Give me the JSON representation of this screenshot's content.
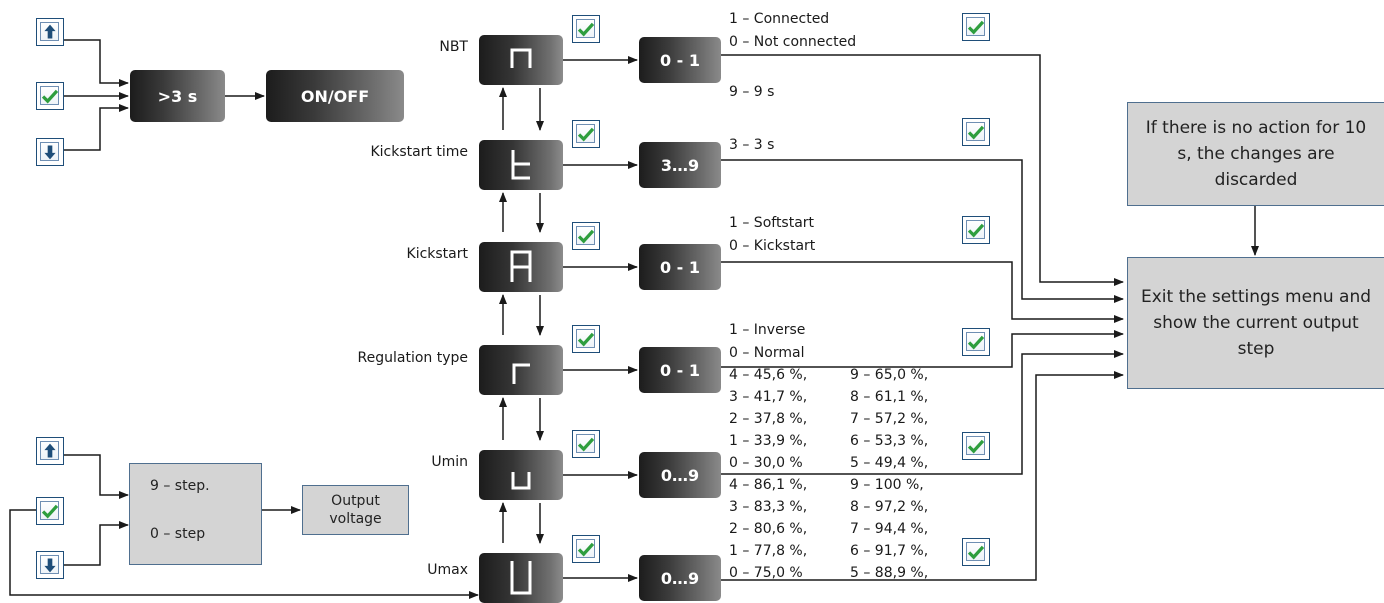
{
  "colors": {
    "accent_blue": "#1f4e79",
    "check_green": "#2e9e3e",
    "box_grey": "#d4d4d4",
    "wire": "#1a1a1a"
  },
  "top_group": {
    "hold_label": ">3 s",
    "toggle_label": "ON/OFF"
  },
  "bottom_group": {
    "step_high": "9 – step.",
    "step_low": "0 – step",
    "output_label": "Output voltage"
  },
  "menu": [
    {
      "label": "NBT",
      "glyph": "n",
      "range": "0 - 1",
      "options": [
        "1 – Connected",
        "0 – Not connected"
      ]
    },
    {
      "label": "Kickstart time",
      "glyph": "t",
      "range": "3…9",
      "options": [
        "9 – 9 s",
        "3 – 3 s"
      ]
    },
    {
      "label": "Kickstart",
      "glyph": "A",
      "range": "0 - 1",
      "options": [
        "1 – Softstart",
        "0 – Kickstart"
      ]
    },
    {
      "label": "Regulation type",
      "glyph": "r",
      "range": "0 - 1",
      "options": [
        "1 – Inverse",
        "0 – Normal"
      ]
    },
    {
      "label": "Umin",
      "glyph": "u",
      "range": "0…9",
      "options_left": [
        "4 – 45,6 %,",
        "3 – 41,7 %,",
        "2 – 37,8 %,",
        "1 – 33,9 %,",
        "0 – 30,0 %"
      ],
      "options_right": [
        "9 – 65,0 %,",
        "8 – 61,1 %,",
        "7 – 57,2 %,",
        "6 – 53,3 %,",
        "5 – 49,4 %,"
      ]
    },
    {
      "label": "Umax",
      "glyph": "U",
      "range": "0…9",
      "options_left": [
        "4 – 86,1 %,",
        "3 – 83,3 %,",
        "2 – 80,6 %,",
        "1 – 77,8 %,",
        "0 – 75,0 %"
      ],
      "options_right": [
        "9 – 100 %,",
        "8 – 97,2 %,",
        "7 – 94,4 %,",
        "6 – 91,7 %,",
        "5 – 88,9 %,"
      ]
    }
  ],
  "timeout_note": "If there is no action for 10 s, the changes are discarded",
  "exit_note": "Exit the settings menu and show the current output step"
}
